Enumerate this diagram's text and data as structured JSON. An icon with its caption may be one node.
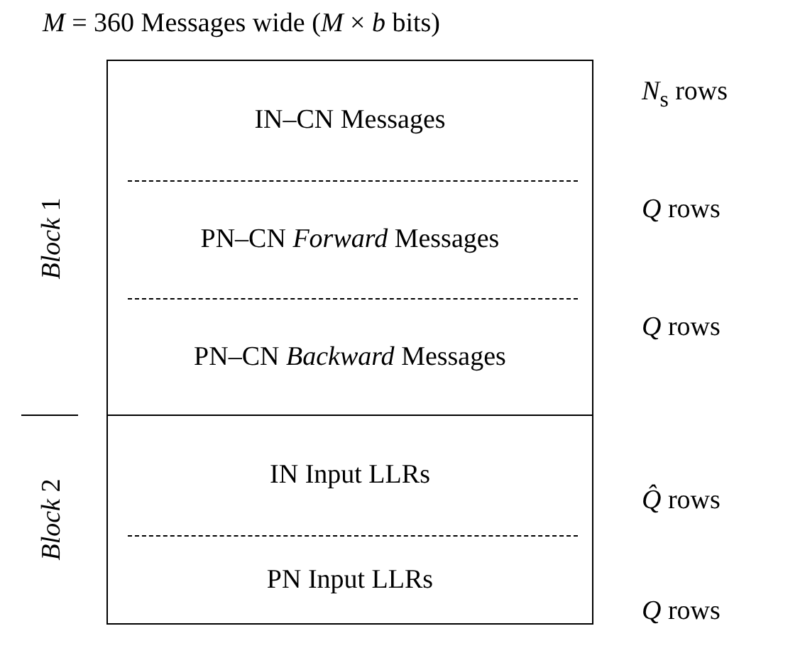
{
  "diagram": {
    "title": "*M* = 360 Messages wide (*M* × *b* bits)",
    "nodes": [
      {
        "text": [
          "*Block* 1"
        ]
      },
      {
        "text": [
          "IN–CN Messages"
        ],
        "in": 0
      },
      {
        "text": [
          "PN–CN *Forward* Messages"
        ],
        "in": 0
      },
      {
        "text": [
          "PN–CN *Backward* Messages"
        ],
        "in": 0
      },
      {
        "text": [
          "*Block* 2"
        ]
      },
      {
        "text": [
          "IN Input LLRs"
        ],
        "in": 4
      },
      {
        "text": [
          "PN Input LLRs"
        ],
        "in": 4
      }
    ],
    "labels": [
      "*N*$_{s}$ rows",
      "*Q* rows",
      "*Q* rows",
      "*Q̂* rows",
      "*Q* rows"
    ]
  }
}
